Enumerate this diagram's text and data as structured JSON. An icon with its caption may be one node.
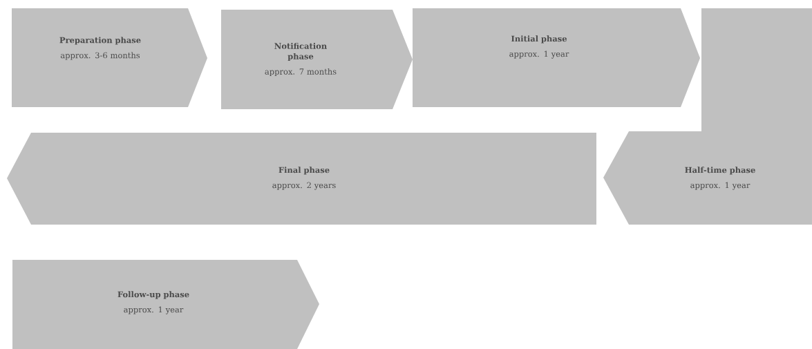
{
  "diagram": {
    "nodes": [
      {
        "text": [
          "Preparation phase",
          "approx. 3-6 months"
        ]
      },
      {
        "text": [
          "Notification phase",
          "approx. 7 months"
        ]
      },
      {
        "text": [
          "Initial phase",
          "approx. 1 year"
        ]
      },
      {
        "text": [
          "Half-time phase",
          "approx. 1 year"
        ]
      },
      {
        "text": [
          "Final phase",
          "approx. 2 years"
        ]
      },
      {
        "text": [
          "Follow-up phase",
          "approx. 1 year"
        ]
      }
    ]
  }
}
